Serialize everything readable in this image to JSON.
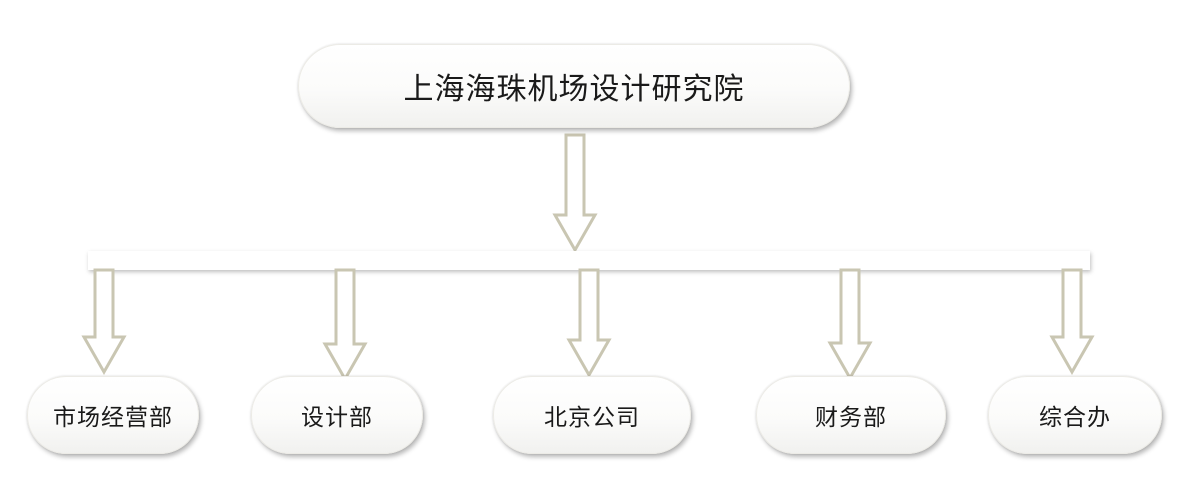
{
  "root": {
    "label": "上海海珠机场设计研究院"
  },
  "children": [
    {
      "label": "市场经营部"
    },
    {
      "label": "设计部"
    },
    {
      "label": "北京公司"
    },
    {
      "label": "财务部"
    },
    {
      "label": "综合办"
    }
  ],
  "colors": {
    "arrow_fill": "#ffffff",
    "arrow_stroke": "#c9c6b2",
    "node_border": "#ecebe6",
    "text": "#1a1a1a"
  }
}
